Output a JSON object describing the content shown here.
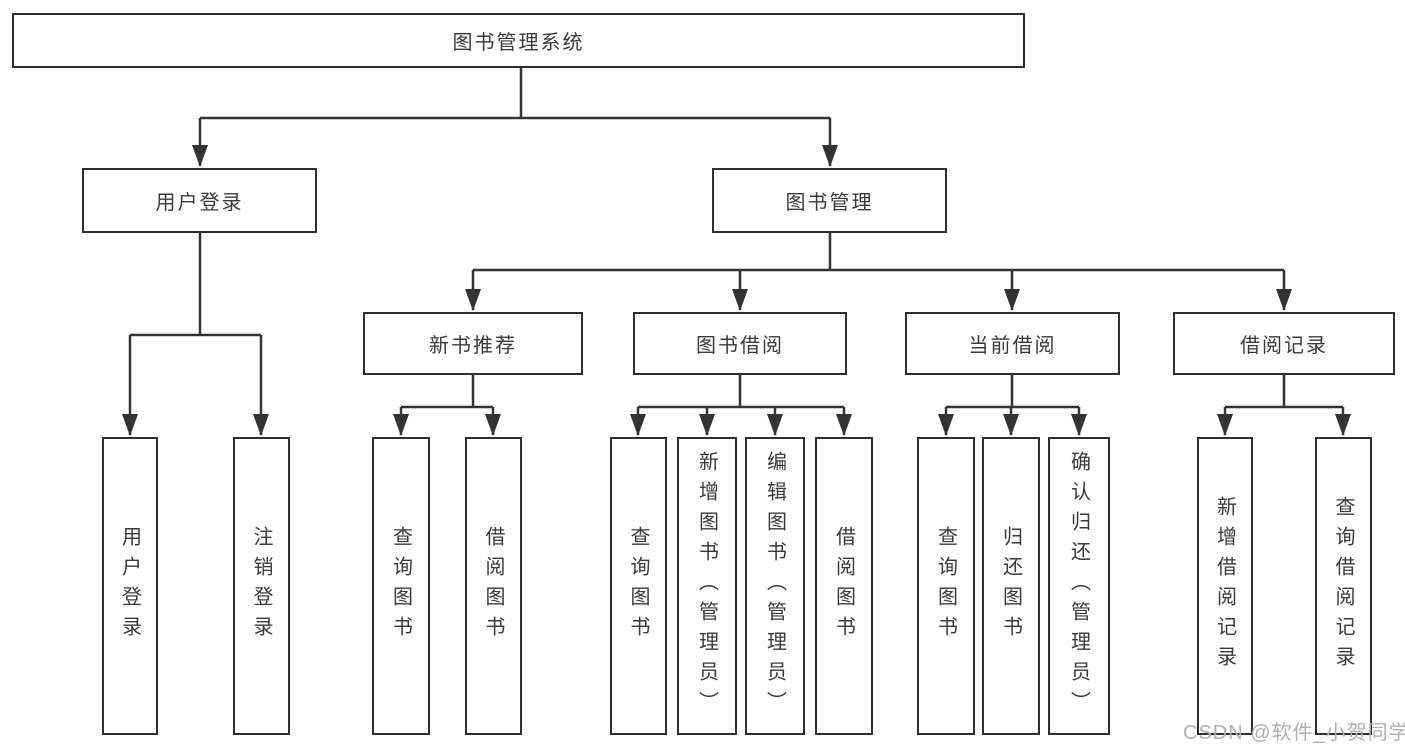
{
  "diagram": {
    "root": "图书管理系统",
    "nodes": {
      "userLogin": "用户登录",
      "bookMgmt": "图书管理",
      "newBookRec": "新书推荐",
      "bookBorrow": "图书借阅",
      "currentBorrow": "当前借阅",
      "borrowRecord": "借阅记录",
      "leafUserLogin": "用户登录",
      "leafLogout": "注销登录",
      "leafQueryBookA": "查询图书",
      "leafBorrowBookA": "借阅图书",
      "leafQueryBookB": "查询图书",
      "leafAddBook": "新增图书（管理员）",
      "leafEditBook": "编辑图书（管理员）",
      "leafBorrowBookB": "借阅图书",
      "leafQueryBookC": "查询图书",
      "leafReturnBook": "归还图书",
      "leafConfirmReturn": "确认归还（管理员）",
      "leafAddRecord": "新增借阅记录",
      "leafQueryRecord": "查询借阅记录"
    },
    "colors": {
      "line": "#333333",
      "border": "#2f2f2f",
      "text": "#3a3a3a",
      "watermark": "#b0b0b0",
      "background": "#ffffff"
    }
  },
  "watermark": "CSDN @软件_小贺同学"
}
